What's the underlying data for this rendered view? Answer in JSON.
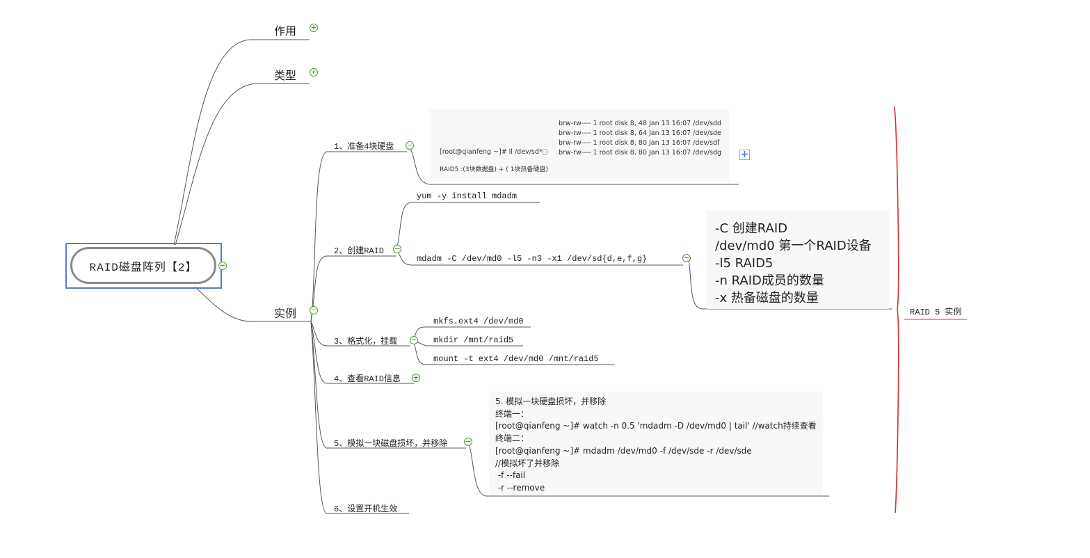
{
  "root": {
    "label": "RAID磁盘阵列【2】"
  },
  "branches": [
    {
      "label": "作用",
      "state": "collapsed"
    },
    {
      "label": "类型",
      "state": "collapsed"
    },
    {
      "label": "实例",
      "state": "expanded"
    }
  ],
  "steps": [
    {
      "label": "1、准备4块硬盘",
      "state": "expanded"
    },
    {
      "label": "2、创建RAID",
      "state": "expanded"
    },
    {
      "label": "3、格式化，挂载",
      "state": "expanded"
    },
    {
      "label": "4、查看RAID信息",
      "state": "collapsed"
    },
    {
      "label": "5、模拟一块磁盘损坏，并移除",
      "state": "expanded"
    },
    {
      "label": "6、设置开机生效",
      "state": "leaf"
    }
  ],
  "step1": {
    "command": "[root@qianfeng ~]# ll /dev/sd*",
    "listing": [
      "brw-rw---- 1 root disk 8, 48 Jan 13 16:07 /dev/sdd",
      "brw-rw---- 1 root disk 8, 64 Jan 13 16:07 /dev/sde",
      "brw-rw---- 1 root disk 8, 80 Jan 13 16:07 /dev/sdf",
      "brw-rw---- 1 root disk 8, 80 Jan 13 16:07 /dev/sdg"
    ],
    "note": "RAID5 :(3块数据盘) + ( 1块热备硬盘)"
  },
  "step2": {
    "install_cmd": "yum  -y  install mdadm",
    "create_cmd": "mdadm  -C  /dev/md0  -l5  -n3  -x1  /dev/sd{d,e,f,g}",
    "explain": [
      "-C 创建RAID",
      "/dev/md0 第一个RAID设备",
      "-l5 RAID5",
      "-n RAID成员的数量",
      "-x 热备磁盘的数量"
    ]
  },
  "step3": {
    "commands": [
      "mkfs.ext4  /dev/md0",
      "mkdir  /mnt/raid5",
      "mount -t ext4  /dev/md0   /mnt/raid5"
    ]
  },
  "step5": {
    "lines": [
      "5. 模拟一块硬盘损坏，并移除",
      "终端一：",
      "[root@qianfeng ~]# watch -n 0.5 'mdadm -D /dev/md0 | tail' //watch持续查看",
      "终端二：",
      "[root@qianfeng ~]# mdadm /dev/md0 -f /dev/sde -r /dev/sde",
      "//模拟坏了并移除",
      " -f --fail",
      " -r --remove"
    ]
  },
  "boundary": {
    "label": "RAID 5 实例",
    "color": "#d9302f"
  },
  "colors": {
    "accent": "#5a78d8",
    "toggle": "#4a9a2a",
    "line": "#555555"
  }
}
